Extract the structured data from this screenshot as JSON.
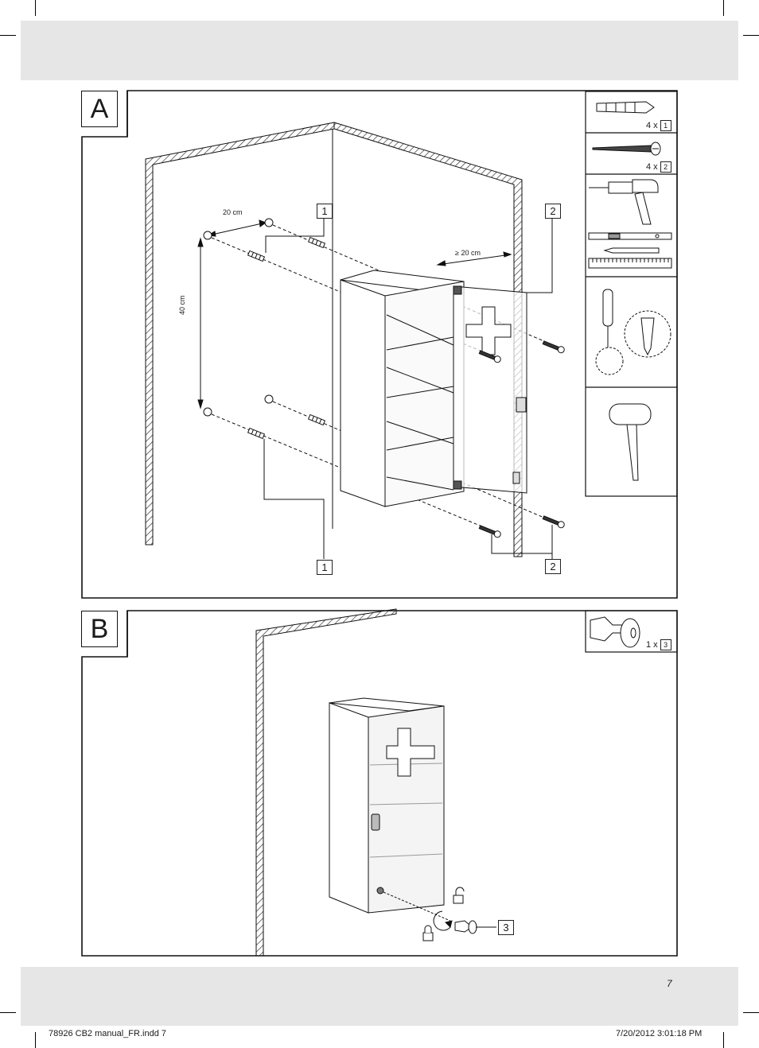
{
  "panels": {
    "a": {
      "letter": "A"
    },
    "b": {
      "letter": "B"
    }
  },
  "dimensions": {
    "horizontal_spacing": "20 cm",
    "vertical_spacing": "40 cm",
    "min_clearance": "≥ 20 cm"
  },
  "callouts": {
    "top_left": "1",
    "top_right": "2",
    "bottom_left": "1",
    "bottom_right": "2",
    "key": "3"
  },
  "parts": {
    "wall_plug": {
      "qty": "4 x",
      "ref": "1"
    },
    "screw": {
      "qty": "4 x",
      "ref": "2"
    },
    "key": {
      "qty": "1 x",
      "ref": "3"
    }
  },
  "tools": [
    "drill-icon",
    "spirit-level-icon",
    "pencil-icon",
    "ruler-icon",
    "screwdriver-icon",
    "hammer-icon"
  ],
  "footer": {
    "page_number": "7",
    "file_name": "78926 CB2 manual_FR.indd   7",
    "timestamp": "7/20/2012   3:01:18 PM"
  },
  "colors": {
    "band": "#e6e6e6",
    "line": "#1a1a1a"
  }
}
